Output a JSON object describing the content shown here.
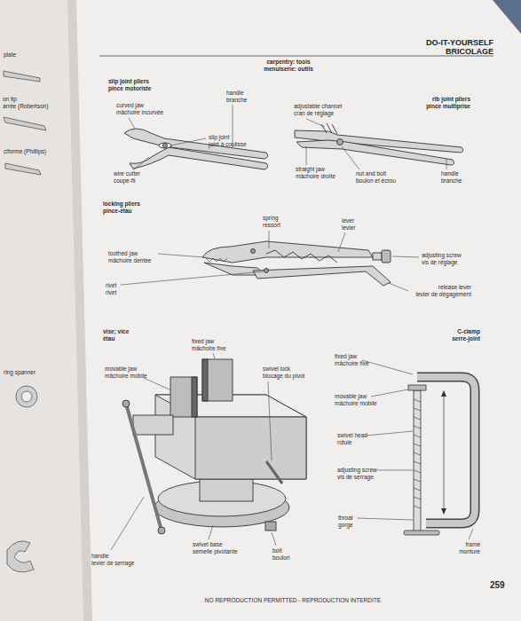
{
  "diagram": {
    "title": "DO-IT-YOURSELF BRICOLAGE",
    "labels": [
      "plate",
      "on tip",
      "arrée (Robertson)",
      "ciforme (Phillips)",
      "ring spanner",
      "carpentry: tools",
      "menuiserie: outils",
      "slip joint pliers",
      "pince motoriste",
      "handle",
      "branche",
      "curved jaw",
      "mâchoire incurvée",
      "slip joint",
      "joint à coulisse",
      "wire cutter",
      "coupe-fil",
      "adjustable channel",
      "cran de réglage",
      "rib joint pliers",
      "pince multiprise",
      "straight jaw",
      "mâchoire droite",
      "nut and bolt",
      "boulon et écrou",
      "handle",
      "branche",
      "locking pliers",
      "pince-étau",
      "spring",
      "ressort",
      "lever",
      "levier",
      "toothed jaw",
      "mâchoire dentée",
      "adjusting screw",
      "vis de réglage",
      "rivet",
      "rivet",
      "release lever",
      "levier de dégagement",
      "vise; vice",
      "étau",
      "fixed jaw",
      "mâchoire fixe",
      "movable jaw",
      "mâchoire mobile",
      "swivel lock",
      "blocage du pivot",
      "C-clamp",
      "serre-joint",
      "fixed jaw",
      "mâchoire fixe",
      "movable jaw",
      "mâchoire mobile",
      "swivel head",
      "rotule",
      "adjusting screw",
      "vis de serrage",
      "throat",
      "gorge",
      "frame",
      "monture",
      "handle",
      "levier de serrage",
      "swivel base",
      "semelle pivotante",
      "bolt",
      "boulon",
      "NO REPRODUCTION PERMITTED - REPRODUCTION INTERDITE",
      "259"
    ]
  }
}
